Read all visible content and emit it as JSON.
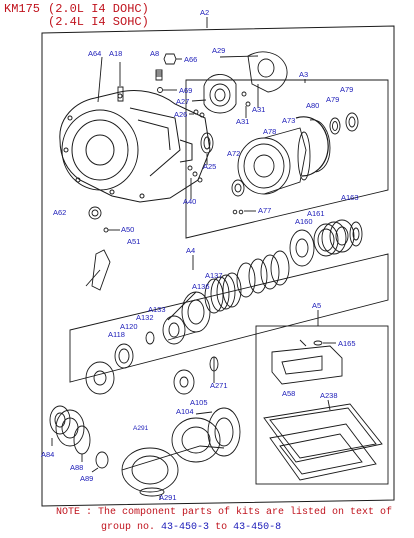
{
  "header": {
    "model": "KM175",
    "engine_1": "(2.0L I4 DOHC)",
    "engine_2": "(2.4L I4 SOHC)"
  },
  "callouts": {
    "A2": "A2",
    "A3": "A3",
    "A4": "A4",
    "A5": "A5",
    "A8": "A8",
    "A18": "A18",
    "A25": "A25",
    "A26": "A26",
    "A27": "A27",
    "A29": "A29",
    "A31": "A31",
    "A40": "A40",
    "A50": "A50",
    "A51": "A51",
    "A58": "A58",
    "A62": "A62",
    "A64": "A64",
    "A66": "A66",
    "A69": "A69",
    "A72": "A72",
    "A73": "A73",
    "A77": "A77",
    "A78": "A78",
    "A79_1": "A79",
    "A79_2": "A79",
    "A80": "A80",
    "A84": "A84",
    "A88": "A88",
    "A89": "A89",
    "A104": "A104",
    "A105": "A105",
    "A118": "A118",
    "A120": "A120",
    "A132": "A132",
    "A133": "A133",
    "A136": "A136",
    "A137": "A137",
    "A160": "A160",
    "A161": "A161",
    "A163": "A163",
    "A165": "A165",
    "A238": "A238",
    "A271": "A271",
    "A291_1": "A291",
    "A291_2": "A291"
  },
  "note": {
    "line1": "NOTE : The component parts of kits are listed on text of",
    "line2_prefix": "group no.",
    "ref_start": "43-450-3",
    "to": "to",
    "ref_end": "43-450-8"
  },
  "colors": {
    "callout": "#1a1ab8",
    "header": "#c0141e",
    "line": "#1a1a1a"
  }
}
